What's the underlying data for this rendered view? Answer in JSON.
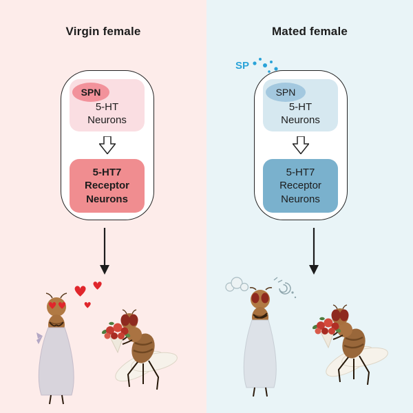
{
  "left": {
    "title": "Virgin female",
    "spn_label": "SPN",
    "neurons_line1": "5-HT",
    "neurons_line2": "Neurons",
    "receptor_label": "5-HT7\nReceptor\nNeurons"
  },
  "right": {
    "title": "Mated female",
    "sp_label": "SP",
    "spn_label": "SPN",
    "neurons_line1": "5-HT",
    "neurons_line2": "Neurons",
    "receptor_label": "5-HT7\nReceptor\nNeurons"
  },
  "colors": {
    "left-bg": "#fdecea",
    "right-bg": "#e9f4f7",
    "left-top-box": "#fadee2",
    "left-spn": "#f2929b",
    "left-bottom-box": "#f08d90",
    "right-top-box": "#d6e8f0",
    "right-spn": "#a3c8df",
    "right-bottom-box": "#7ab1cd",
    "sp-blue": "#2aa3d8",
    "heart-red": "#e0262c",
    "ink": "#1c1c1c"
  }
}
